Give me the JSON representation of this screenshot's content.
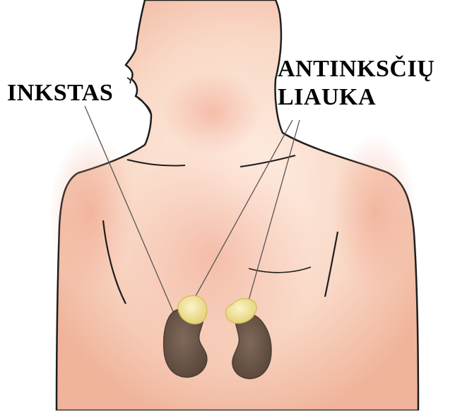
{
  "labels": {
    "kidney": "INKSTAS",
    "adrenal_line1": "ANTINKSČIŲ",
    "adrenal_line2": "LIAUKA"
  },
  "colors": {
    "skin_light": "#fbe3d4",
    "skin_shade": "#f2b8a0",
    "skin_deep": "#e79c83",
    "outline": "#1e1e1e",
    "kidney": "#6f5a4d",
    "kidney_dark": "#4e3d33",
    "adrenal": "#f4e9a6",
    "adrenal_dark": "#e3cf6d",
    "leader_line": "#555555"
  }
}
